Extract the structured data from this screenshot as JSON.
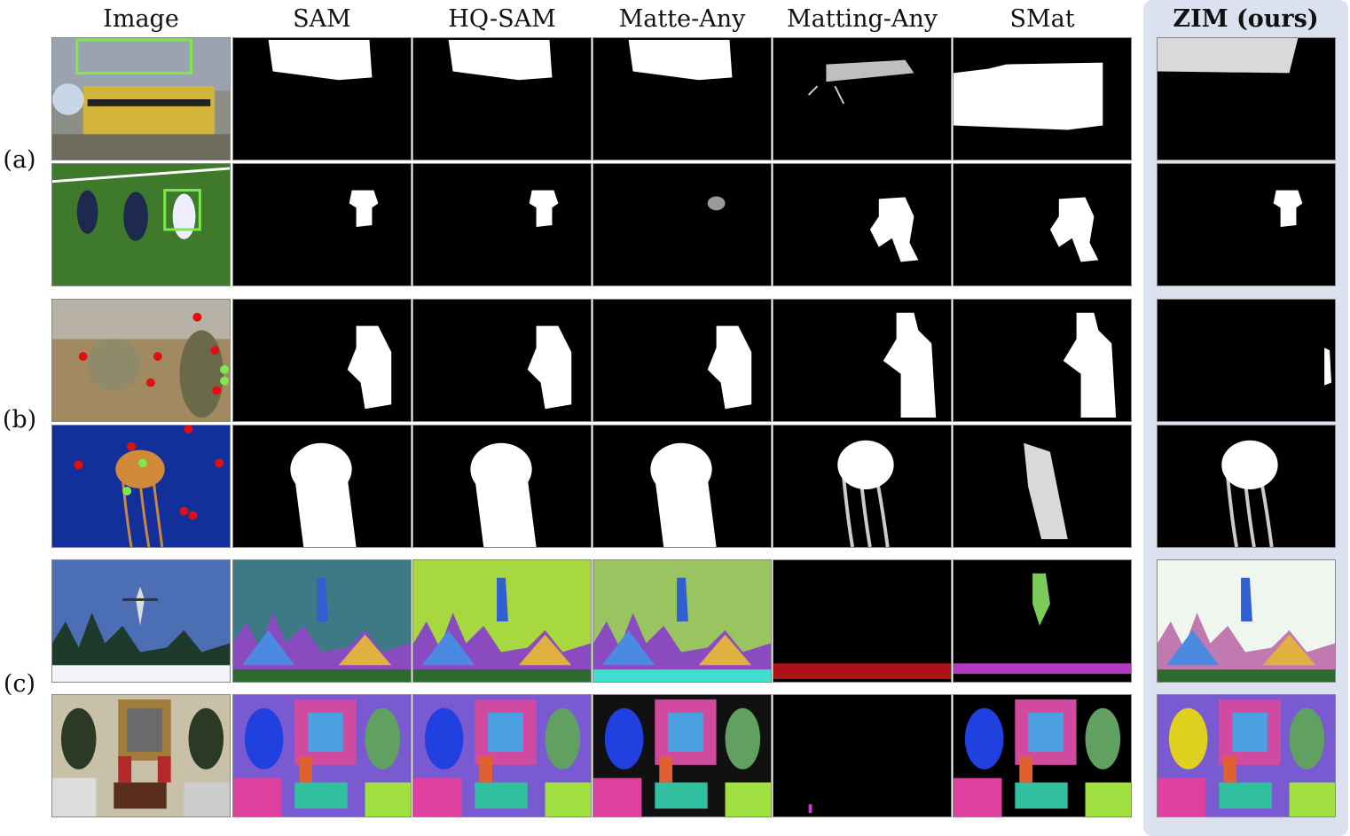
{
  "header": {
    "columns": [
      "Image",
      "SAM",
      "HQ-SAM",
      "Matte-Any",
      "Matting-Any",
      "SMat",
      "ZIM (ours)"
    ]
  },
  "groups": [
    {
      "label": "(a)"
    },
    {
      "label": "(b)"
    },
    {
      "label": "(c)"
    }
  ],
  "colors": {
    "ours_panel": "#dbe1ef",
    "positive_point": "#7fe84a",
    "negative_point": "#e01010",
    "box_prompt": "#7fe84a"
  },
  "rows": [
    {
      "id": "train",
      "group": 0,
      "prompt": "box"
    },
    {
      "id": "soccer",
      "group": 0,
      "prompt": "box"
    },
    {
      "id": "soldier",
      "group": 1,
      "prompt": "points"
    },
    {
      "id": "jellyfish",
      "group": 1,
      "prompt": "points"
    },
    {
      "id": "skier",
      "group": 2,
      "prompt": "automatic"
    },
    {
      "id": "living-room",
      "group": 2,
      "prompt": "automatic"
    }
  ]
}
